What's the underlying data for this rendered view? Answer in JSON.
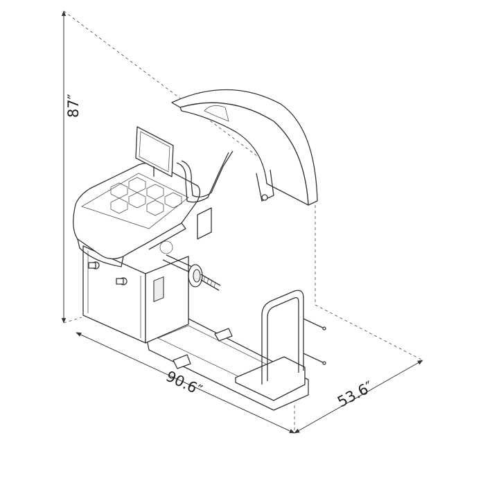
{
  "dimensions": {
    "height": "87″",
    "length": "90.6″",
    "depth": "53.6″"
  }
}
